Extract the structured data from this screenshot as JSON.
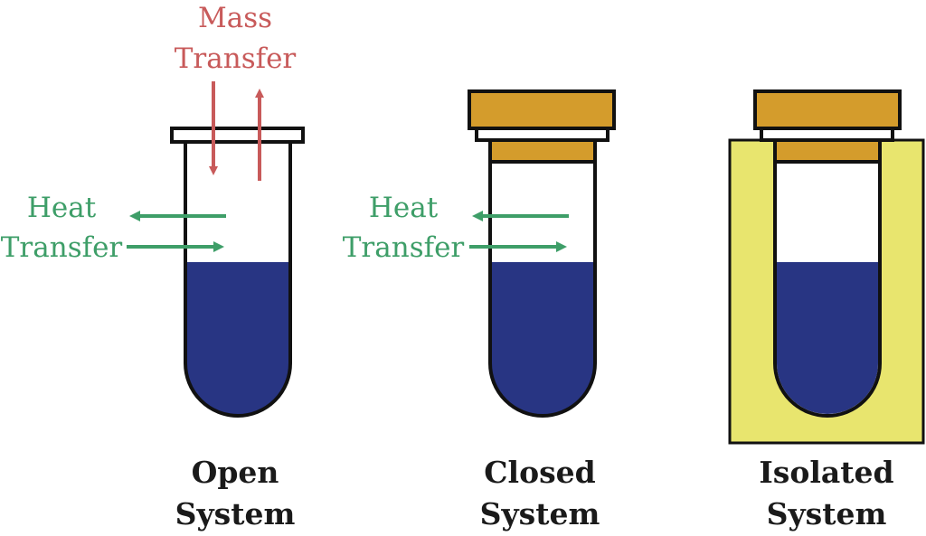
{
  "colors": {
    "liquid": "#283583",
    "cap": "#d49c2c",
    "insulation": "#e8e56e",
    "mass_arrow": "#c85a5a",
    "heat_arrow": "#3e9e68",
    "outline": "#111111"
  },
  "open_system": {
    "mass_label_line1": "Mass",
    "mass_label_line2": "Transfer",
    "heat_label_line1": "Heat",
    "heat_label_line2": "Transfer",
    "caption_line1": "Open",
    "caption_line2": "System"
  },
  "closed_system": {
    "heat_label_line1": "Heat",
    "heat_label_line2": "Transfer",
    "caption_line1": "Closed",
    "caption_line2": "System"
  },
  "isolated_system": {
    "caption_line1": "Isolated",
    "caption_line2": "System"
  }
}
